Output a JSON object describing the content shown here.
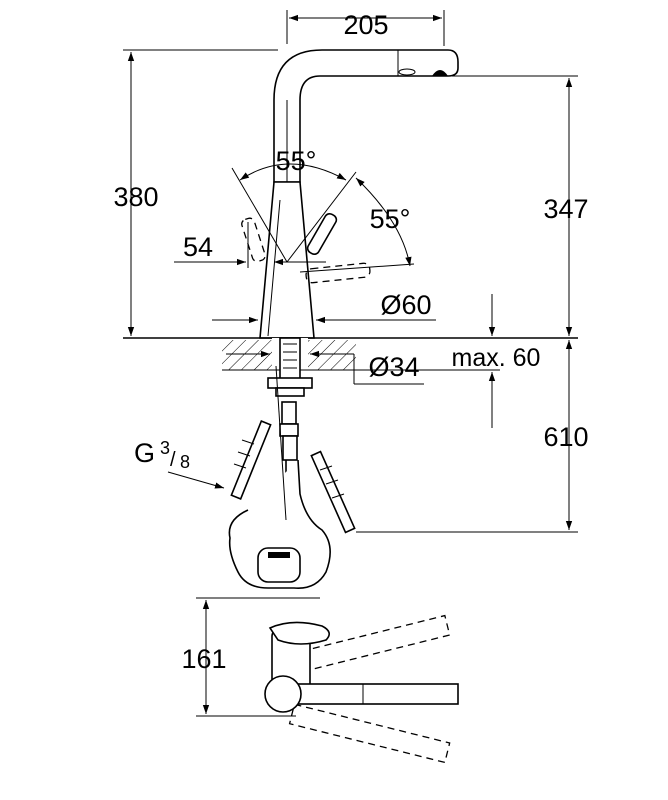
{
  "dimensions": {
    "spout_reach": "205",
    "total_height": "380",
    "spout_height": "347",
    "lever_angle_top": "55°",
    "spray_angle": "55°",
    "lever_offset": "54",
    "base_diameter": "Ø60",
    "hole_diameter": "Ø34",
    "max_counter_thickness": "max. 60",
    "hose_length": "610",
    "connection_thread_prefix": "G",
    "connection_thread_num": "3",
    "connection_thread_den": "8",
    "top_view_height": "161"
  },
  "colors": {
    "line": "#000000",
    "background": "#ffffff",
    "hatch": "#000000"
  }
}
